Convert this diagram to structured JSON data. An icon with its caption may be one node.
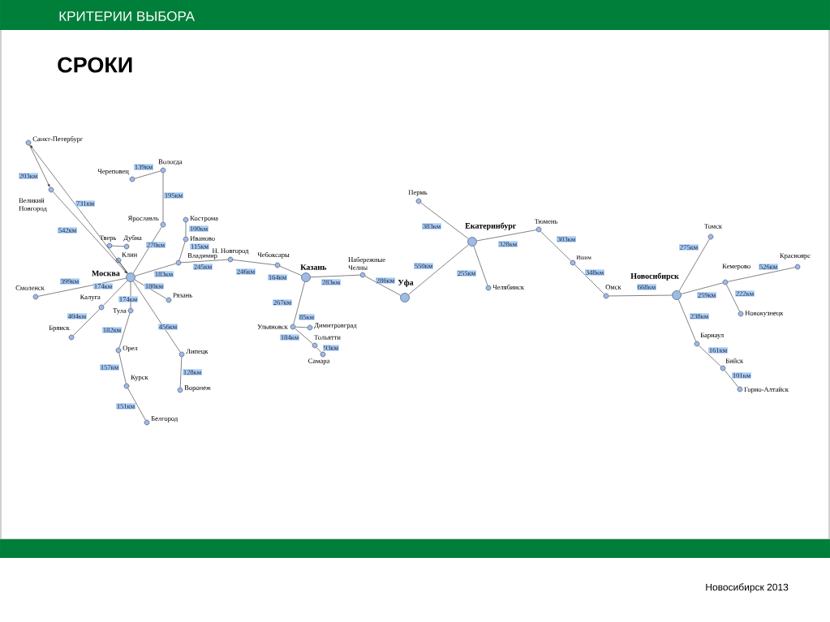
{
  "diagram": {
    "title": "СРОКИ",
    "nodes": [
      {
        "text": [
          "Санкт-Петербург"
        ]
      },
      {
        "text": [
          "Великий Новгород"
        ]
      },
      {
        "text": [
          "Череповец"
        ]
      },
      {
        "text": [
          "Вологда"
        ]
      },
      {
        "text": [
          "Ярославль"
        ]
      },
      {
        "text": [
          "Кострома"
        ]
      },
      {
        "text": [
          "Иваново"
        ]
      },
      {
        "text": [
          "Тверь"
        ]
      },
      {
        "text": [
          "Дубна"
        ]
      },
      {
        "text": [
          "Клин"
        ]
      },
      {
        "text": [
          "Владимир"
        ]
      },
      {
        "text": [
          "Москва"
        ]
      },
      {
        "text": [
          "Смоленск"
        ]
      },
      {
        "text": [
          "Калуга"
        ]
      },
      {
        "text": [
          "Рязань"
        ]
      },
      {
        "text": [
          "Тула"
        ]
      },
      {
        "text": [
          "Брянск"
        ]
      },
      {
        "text": [
          "Орел"
        ]
      },
      {
        "text": [
          "Липецк"
        ]
      },
      {
        "text": [
          "Курск"
        ]
      },
      {
        "text": [
          "Воронеж"
        ]
      },
      {
        "text": [
          "Белгород"
        ]
      },
      {
        "text": [
          "Н. Новгород"
        ]
      },
      {
        "text": [
          "Чебоксары"
        ]
      },
      {
        "text": [
          "Казань"
        ]
      },
      {
        "text": [
          "Набережные Челны"
        ]
      },
      {
        "text": [
          "Ульяновск"
        ]
      },
      {
        "text": [
          "Димитровград"
        ]
      },
      {
        "text": [
          "Тольятти"
        ]
      },
      {
        "text": [
          "Самара"
        ]
      },
      {
        "text": [
          "Пермь"
        ]
      },
      {
        "text": [
          "Уфа"
        ]
      },
      {
        "text": [
          "Екатеринбург"
        ]
      },
      {
        "text": [
          "Челябинск"
        ]
      },
      {
        "text": [
          "Тюмень"
        ]
      },
      {
        "text": [
          "Ишим"
        ]
      },
      {
        "text": [
          "Омск"
        ]
      },
      {
        "text": [
          "Новосибирск"
        ]
      },
      {
        "text": [
          "Томск"
        ]
      },
      {
        "text": [
          "Кемерово"
        ]
      },
      {
        "text": [
          "Красноярс"
        ]
      },
      {
        "text": [
          "Новокузнецк"
        ]
      },
      {
        "text": [
          "Барнаул"
        ]
      },
      {
        "text": [
          "Бийск"
        ]
      },
      {
        "text": [
          "Горно-Алтайск"
        ]
      }
    ],
    "edges": [
      {
        "from": 11,
        "to": 0,
        "arrow": "to",
        "label": "731км"
      },
      {
        "from": 0,
        "to": 1,
        "arrow": "to",
        "label": "203км"
      },
      {
        "from": 1,
        "to": 11,
        "arrow": "to",
        "label": "542км"
      },
      {
        "from": 3,
        "to": 2,
        "arrow": "none",
        "label": "139км"
      },
      {
        "from": 4,
        "to": 3,
        "arrow": "none",
        "label": "195км"
      },
      {
        "from": 11,
        "to": 4,
        "arrow": "none",
        "label": "270км"
      },
      {
        "from": 6,
        "to": 5,
        "arrow": "none",
        "label": "100км"
      },
      {
        "from": 10,
        "to": 6,
        "arrow": "none",
        "label": "115км"
      },
      {
        "from": 7,
        "to": 8,
        "arrow": "none"
      },
      {
        "from": 9,
        "to": 11,
        "arrow": "none"
      },
      {
        "from": 11,
        "to": 10,
        "arrow": "none",
        "label": "183км"
      },
      {
        "from": 10,
        "to": 22,
        "arrow": "none",
        "label": "245км"
      },
      {
        "from": 22,
        "to": 23,
        "arrow": "none",
        "label": "246км"
      },
      {
        "from": 23,
        "to": 24,
        "arrow": "none",
        "label": "164км"
      },
      {
        "from": 24,
        "to": 25,
        "arrow": "none",
        "label": "283км"
      },
      {
        "from": 25,
        "to": 31,
        "arrow": "none",
        "label": "286км"
      },
      {
        "from": 31,
        "to": 32,
        "arrow": "none",
        "label": "550км"
      },
      {
        "from": 30,
        "to": 32,
        "arrow": "none",
        "label": "383км"
      },
      {
        "from": 32,
        "to": 33,
        "arrow": "none",
        "label": "255км"
      },
      {
        "from": 32,
        "to": 34,
        "arrow": "none",
        "label": "328км"
      },
      {
        "from": 34,
        "to": 35,
        "arrow": "none",
        "label": "303км"
      },
      {
        "from": 35,
        "to": 36,
        "arrow": "none",
        "label": "348км"
      },
      {
        "from": 36,
        "to": 37,
        "arrow": "none",
        "label": "668км"
      },
      {
        "from": 37,
        "to": 38,
        "arrow": "none",
        "label": "275км"
      },
      {
        "from": 37,
        "to": 39,
        "arrow": "none",
        "label": "259км"
      },
      {
        "from": 39,
        "to": 40,
        "arrow": "none",
        "label": "526км"
      },
      {
        "from": 39,
        "to": 41,
        "arrow": "none",
        "label": "222км"
      },
      {
        "from": 37,
        "to": 42,
        "arrow": "none",
        "label": "238км"
      },
      {
        "from": 42,
        "to": 43,
        "arrow": "none",
        "label": "161км"
      },
      {
        "from": 43,
        "to": 44,
        "arrow": "none",
        "label": "101км"
      },
      {
        "from": 11,
        "to": 12,
        "arrow": "none",
        "label": "399км"
      },
      {
        "from": 11,
        "to": 13,
        "arrow": "none",
        "label": "174км"
      },
      {
        "from": 13,
        "to": 16,
        "arrow": "none",
        "label": "404км"
      },
      {
        "from": 11,
        "to": 15,
        "arrow": "none",
        "label": "174км"
      },
      {
        "from": 15,
        "to": 17,
        "arrow": "none",
        "label": "182км"
      },
      {
        "from": 17,
        "to": 19,
        "arrow": "none",
        "label": "157км"
      },
      {
        "from": 19,
        "to": 21,
        "arrow": "none",
        "label": "151км"
      },
      {
        "from": 11,
        "to": 14,
        "arrow": "none",
        "label": "180км"
      },
      {
        "from": 11,
        "to": 18,
        "arrow": "none",
        "label": "456км"
      },
      {
        "from": 18,
        "to": 20,
        "arrow": "none",
        "label": "128км"
      },
      {
        "from": 24,
        "to": 26,
        "arrow": "none",
        "label": "267км"
      },
      {
        "from": 26,
        "to": 27,
        "arrow": "none",
        "label": "85км"
      },
      {
        "from": 26,
        "to": 28,
        "arrow": "none",
        "label": "184км"
      },
      {
        "from": 28,
        "to": 29,
        "arrow": "none",
        "label": "93км"
      }
    ],
    "labels": [
      "КРИТЕРИИ ВЫБОРА",
      "Новосибирск 2013"
    ]
  }
}
